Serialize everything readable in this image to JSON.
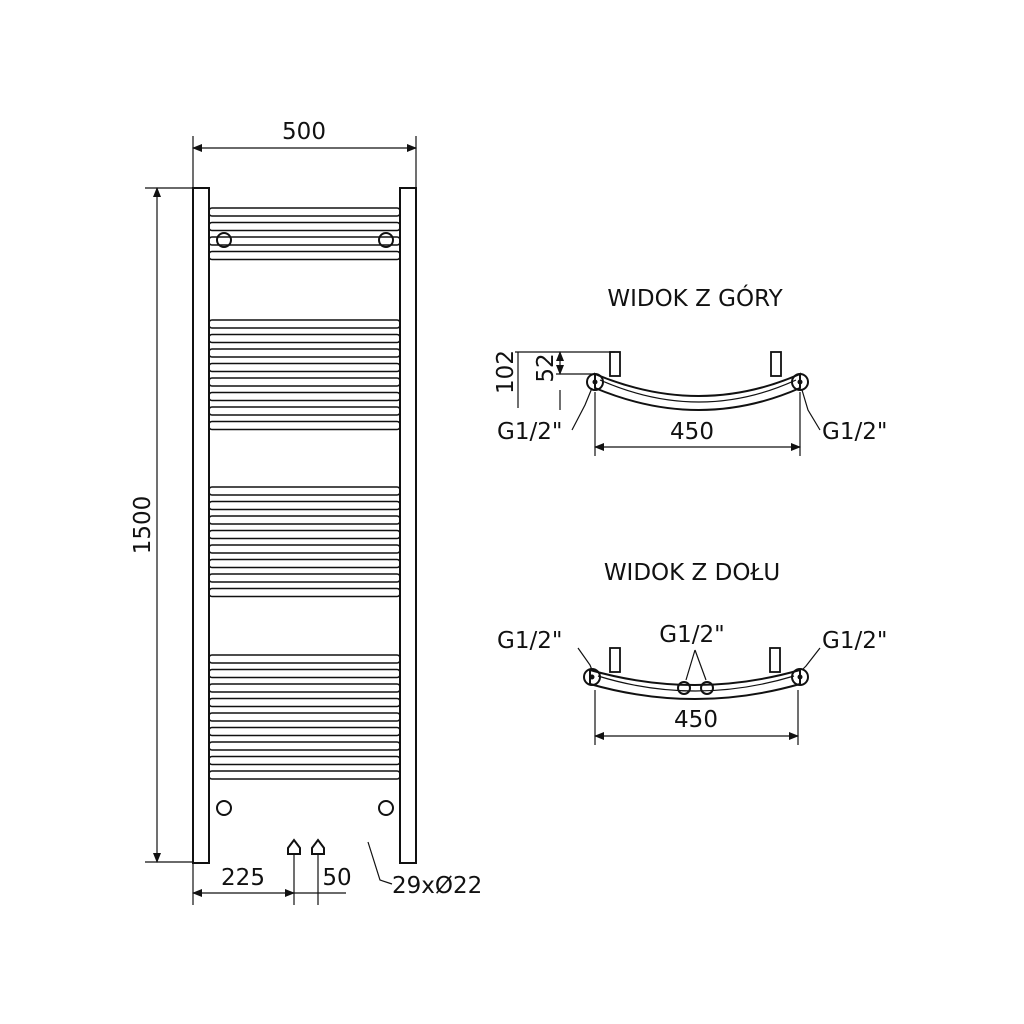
{
  "front_view": {
    "width_label": "500",
    "height_label": "1500",
    "offset_label": "225",
    "spacing_label": "50",
    "bars_label": "29xØ22",
    "bar_count": 29
  },
  "top_view": {
    "title": "WIDOK Z GÓRY",
    "depth_label": "102",
    "inner_depth_label": "52",
    "span_label": "450",
    "left_connection_label": "G1/2\"",
    "right_connection_label": "G1/2\""
  },
  "bottom_view": {
    "title": "WIDOK Z DOŁU",
    "span_label": "450",
    "left_connection_label": "G1/2\"",
    "center_connection_label": "G1/2\"",
    "right_connection_label": "G1/2\""
  },
  "colors": {
    "line": "#111111",
    "background": "#ffffff"
  }
}
